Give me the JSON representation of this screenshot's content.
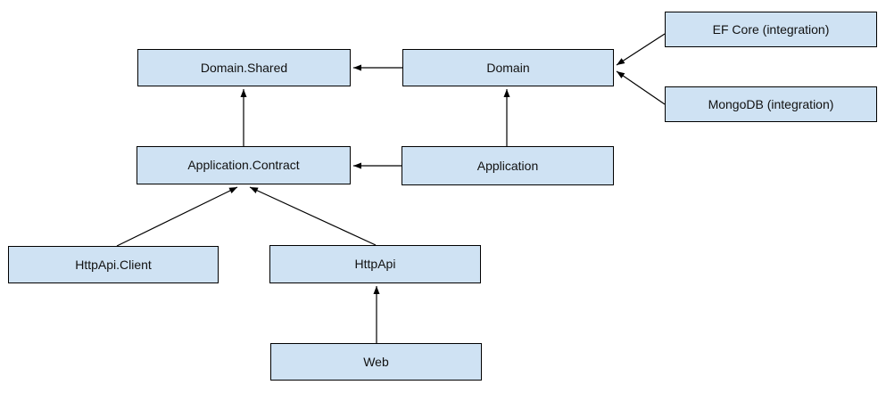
{
  "diagram": {
    "type": "dependency-diagram",
    "nodes": {
      "domain_shared": {
        "label": "Domain.Shared"
      },
      "domain": {
        "label": "Domain"
      },
      "efcore": {
        "label": "EF Core (integration)"
      },
      "mongodb": {
        "label": "MongoDB (integration)"
      },
      "application_contract": {
        "label": "Application.Contract"
      },
      "application": {
        "label": "Application"
      },
      "httpapi_client": {
        "label": "HttpApi.Client"
      },
      "httpapi": {
        "label": "HttpApi"
      },
      "web": {
        "label": "Web"
      }
    },
    "edges": [
      {
        "from": "Domain",
        "to": "Domain.Shared"
      },
      {
        "from": "Application.Contract",
        "to": "Domain.Shared"
      },
      {
        "from": "Application",
        "to": "Domain"
      },
      {
        "from": "Application",
        "to": "Application.Contract"
      },
      {
        "from": "EF Core (integration)",
        "to": "Domain"
      },
      {
        "from": "MongoDB (integration)",
        "to": "Domain"
      },
      {
        "from": "HttpApi.Client",
        "to": "Application.Contract"
      },
      {
        "from": "HttpApi",
        "to": "Application.Contract"
      },
      {
        "from": "Web",
        "to": "HttpApi"
      }
    ],
    "colors": {
      "node_fill": "#cfe2f3",
      "node_border": "#000000",
      "arrow": "#000000",
      "text": "#111111",
      "background": "#ffffff"
    }
  }
}
